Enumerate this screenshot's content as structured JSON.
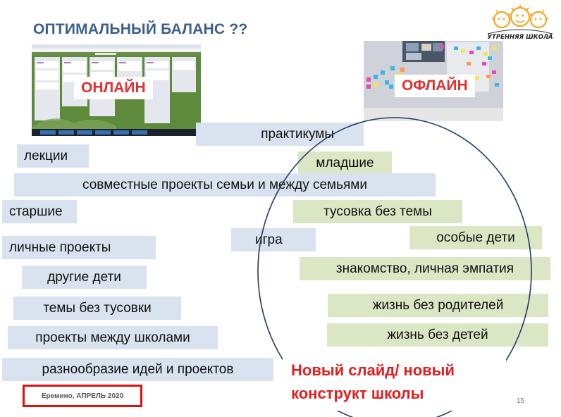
{
  "slide": {
    "title": "ОПТИМАЛЬНЫЙ БАЛАНС ??",
    "logo_text": "УТРЕННЯЯ ШКОЛА",
    "online_label": "ОНЛАЙН",
    "offline_label": "ОФЛАЙН",
    "new_slide_text": "Новый слайд/ новый конструкт школы",
    "footer_text": "Еремино, АПРЕЛЬ 2020",
    "page_number": "15"
  },
  "chips": {
    "praktikumy": "практикумы",
    "lektsii": "лекции",
    "mladshie": "младшие",
    "sovmestnye": "совместные проекты семьи и между семьями",
    "starshie": "старшие",
    "tusovka": "тусовка без темы",
    "igra": "игра",
    "osobye": "особые дети",
    "lichnye": "личные проекты",
    "znakomstvo": "знакомство, личная эмпатия",
    "drugie": "другие дети",
    "temy": "темы без тусовки",
    "zhizn_bez_roditeley": "жизнь без родителей",
    "proekty_mezhdu": "проекты между школами",
    "zhizn_bez_detey": "жизнь без детей",
    "raznoobrazie": "разнообразие идей и проектов"
  },
  "colors": {
    "title": "#3b5f8a",
    "accent_red": "#e02020",
    "chip_blue": "#d9e2ef",
    "chip_green": "#dbe6c5",
    "circle_stroke": "#1f3a66",
    "logo_orange": "#f5a623"
  }
}
